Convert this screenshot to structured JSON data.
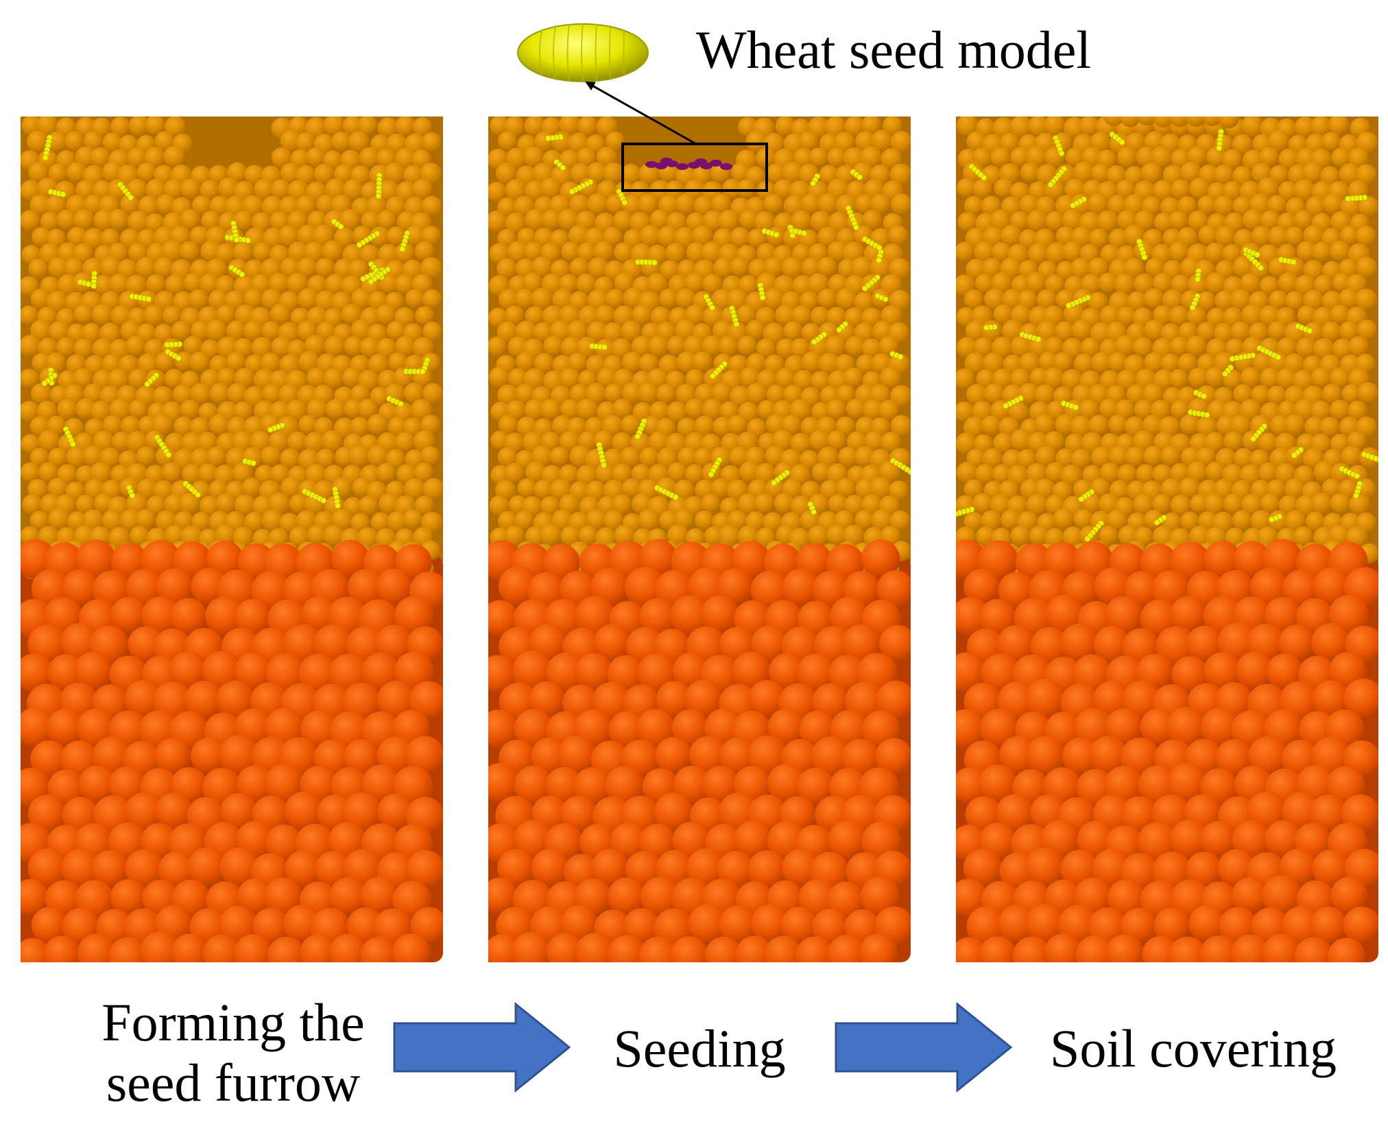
{
  "annotation": {
    "seed_model_label": "Wheat seed model"
  },
  "steps": [
    {
      "label": "Forming the seed furrow",
      "line1": "Forming the",
      "line2": "seed furrow"
    },
    {
      "label": "Seeding"
    },
    {
      "label": "Soil covering"
    }
  ],
  "colors": {
    "topsoil": "#D98900",
    "topsoil_dark": "#B06E00",
    "subsoil": "#EB5500",
    "subsoil_dark": "#B83E00",
    "straw": "#F2EE00",
    "seed": "#E6E600",
    "seed_in_furrow": "#7A0F6E",
    "arrow": "#4472C4",
    "arrow_edge": "#2F528F"
  }
}
